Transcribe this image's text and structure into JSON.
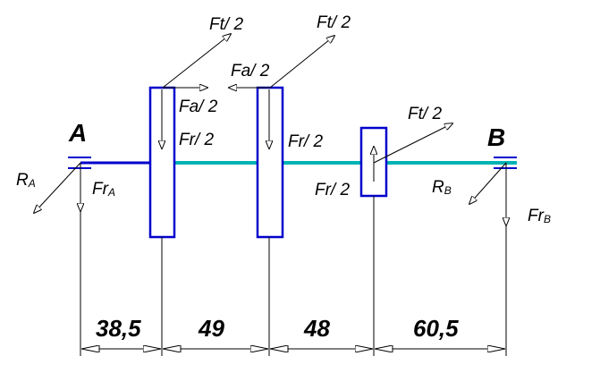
{
  "supports": {
    "left": "A",
    "right": "B"
  },
  "reactions": {
    "left_radial": "FrA",
    "left_tangential": "RA",
    "right_radial": "FrB",
    "right_tangential": "RB",
    "left_radial_main": "Fr",
    "left_radial_sub": "A",
    "left_tangential_main": "R",
    "left_tangential_sub": "A",
    "right_radial_main": "Fr",
    "right_radial_sub": "B",
    "right_tangential_main": "R",
    "right_tangential_sub": "B"
  },
  "gear1": {
    "ft": "Ft/ 2",
    "fa": "Fa/ 2",
    "fr": "Fr/ 2",
    "ft_display": "Ft/ 2",
    "fa_display": "Fa/ 2",
    "fr_display": "Fr/ 2"
  },
  "gear2": {
    "ft_display": "Ft/ 2",
    "fa_display": "Fa/ 2",
    "fr_display": "Fr/ 2"
  },
  "gear3": {
    "ft_display": "Ft/ 2",
    "fr_display": "Fr/ 2"
  },
  "dimensions": [
    "38,5",
    "49",
    "48",
    "60,5"
  ],
  "colors": {
    "shaft_blue": "#0000cc",
    "shaft_cyan": "#00b3b3",
    "line": "#000000"
  }
}
